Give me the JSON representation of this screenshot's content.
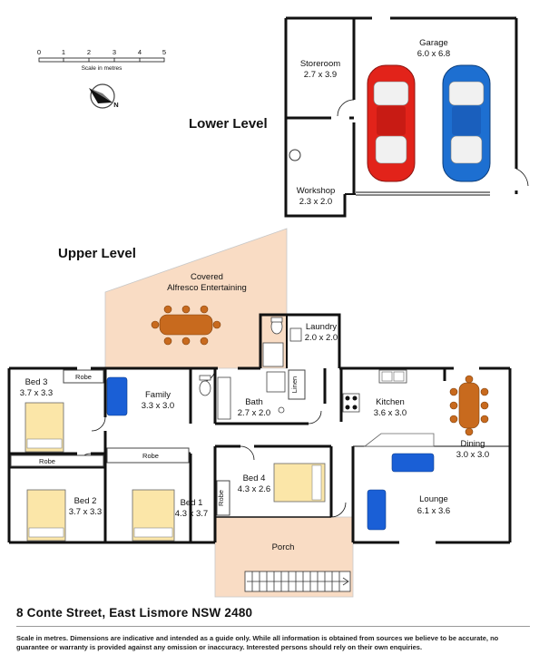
{
  "scale": {
    "ticks": [
      "0",
      "1",
      "2",
      "3",
      "4",
      "5"
    ],
    "caption": "Scale in metres"
  },
  "compass": {
    "north_label": "N"
  },
  "levels": {
    "lower": "Lower Level",
    "upper": "Upper Level"
  },
  "lower_rooms": {
    "storeroom": {
      "name": "Storeroom",
      "dims": "2.7 x 3.9"
    },
    "garage": {
      "name": "Garage",
      "dims": "6.0 x 6.8"
    },
    "workshop": {
      "name": "Workshop",
      "dims": "2.3 x 2.0"
    }
  },
  "upper_rooms": {
    "alfresco": {
      "line1": "Covered",
      "line2": "Alfresco Entertaining"
    },
    "laundry": {
      "name": "Laundry",
      "dims": "2.0 x 2.0"
    },
    "bed3": {
      "name": "Bed 3",
      "dims": "3.7 x 3.3"
    },
    "robe_bed3": "Robe",
    "family": {
      "name": "Family",
      "dims": "3.3 x 3.0"
    },
    "bath": {
      "name": "Bath",
      "dims": "2.7 x 2.0"
    },
    "linen": "Linen",
    "kitchen": {
      "name": "Kitchen",
      "dims": "3.6 x 3.0"
    },
    "dining": {
      "name": "Dining",
      "dims": "3.0 x 3.0"
    },
    "robe_bed2": "Robe",
    "robe_bed1": "Robe",
    "robe_bed4": "Robe",
    "bed2": {
      "name": "Bed 2",
      "dims": "3.7 x 3.3"
    },
    "bed1": {
      "name": "Bed 1",
      "dims": "4.3 x 3.7"
    },
    "bed4": {
      "name": "Bed 4",
      "dims": "4.3 x 2.6"
    },
    "lounge": {
      "name": "Lounge",
      "dims": "6.1 x 3.6"
    },
    "porch": {
      "name": "Porch"
    }
  },
  "address": "8 Conte Street, East Lismore NSW 2480",
  "disclaimer": "Scale in metres. Dimensions are indicative and intended as a guide only. While all information is obtained from sources we believe to be accurate, no guarantee or warranty is provided against any omission or inaccuracy. Interested persons should rely on their own enquiries.",
  "colors": {
    "wall": "#111111",
    "alfresco_fill": "#f9dcc4",
    "porch_fill": "#f9dcc4",
    "bed_fill": "#fbe6a8",
    "car_left": "#e2231a",
    "car_right": "#1d6fd1",
    "sofa": "#1a5fd6",
    "table": "#c86a1e"
  },
  "icons": [
    "compass-icon",
    "car-icon",
    "bed-icon",
    "dining-table-icon",
    "sofa-icon",
    "stairs-icon",
    "toilet-icon",
    "sink-icon",
    "stove-icon"
  ]
}
